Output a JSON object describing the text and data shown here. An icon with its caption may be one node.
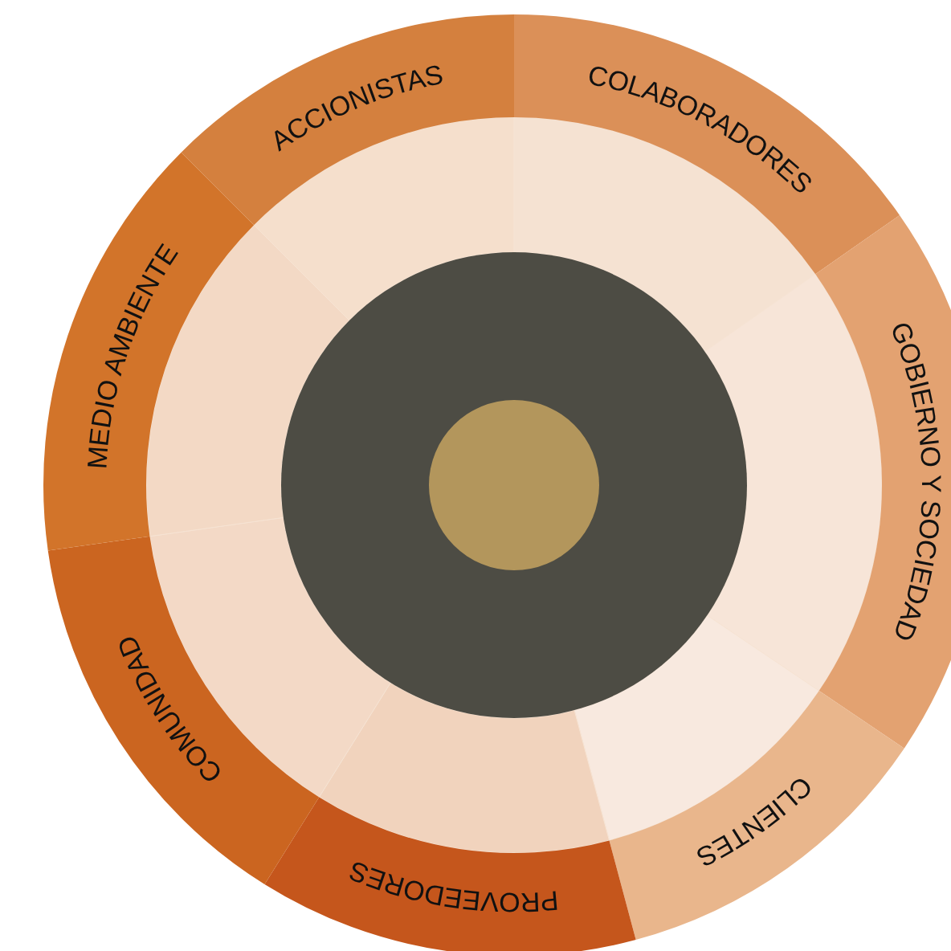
{
  "diagram": {
    "nodes": [
      {
        "text": [
          "ACCIONISTAS"
        ]
      },
      {
        "text": [
          "COLABORADORES"
        ]
      },
      {
        "text": [
          "GOBIERNO Y SOCIEDAD"
        ]
      },
      {
        "text": [
          "CLIENTES"
        ]
      },
      {
        "text": [
          "PROVEEDORES"
        ]
      },
      {
        "text": [
          "COMUNIDAD"
        ]
      },
      {
        "text": [
          "MEDIO AMBIENTE"
        ]
      }
    ]
  }
}
